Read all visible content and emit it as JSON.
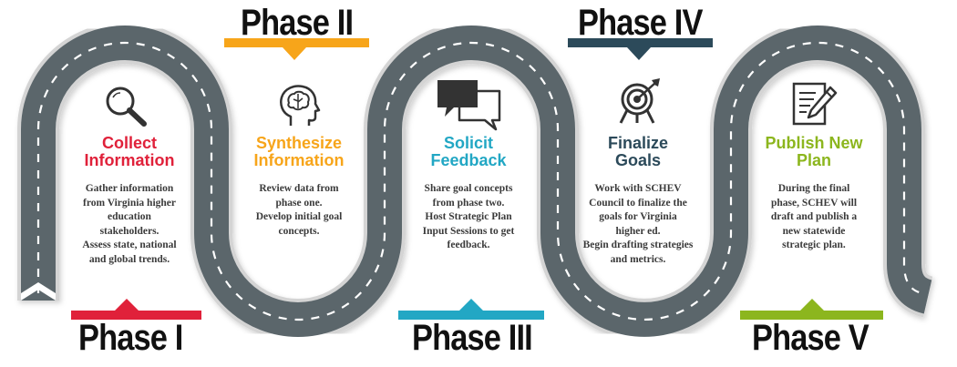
{
  "colors": {
    "road": "#5b666b",
    "road_edge": "#d4d4d4",
    "lane_marks": "#ffffff",
    "phase1": "#e0213a",
    "phase2": "#f7a51a",
    "phase3": "#22a7c4",
    "phase4": "#2c4a5a",
    "phase5": "#8cb61e",
    "icon": "#333333"
  },
  "phases": [
    {
      "label": "Phase I",
      "title_line1": "Collect",
      "title_line2": "Information",
      "text": [
        "Gather information",
        "from Virginia  higher",
        "education",
        "stakeholders.",
        "Assess state, national",
        "and global trends."
      ],
      "icon": "magnifier-icon"
    },
    {
      "label": "Phase II",
      "title_line1": "Synthesize",
      "title_line2": "Information",
      "text": [
        "Review data from",
        "phase one.",
        "Develop initial goal",
        "concepts."
      ],
      "icon": "brain-head-icon"
    },
    {
      "label": "Phase III",
      "title_line1": "Solicit",
      "title_line2": "Feedback",
      "text": [
        "Share goal concepts",
        "from phase two.",
        "Host Strategic Plan",
        "Input Sessions to get",
        "feedback."
      ],
      "icon": "chat-bubbles-icon"
    },
    {
      "label": "Phase IV",
      "title_line1": "Finalize",
      "title_line2": "Goals",
      "text": [
        "Work with SCHEV",
        "Council to finalize the",
        "goals for Virginia",
        "higher ed.",
        "Begin drafting strategies",
        "and metrics."
      ],
      "icon": "target-icon"
    },
    {
      "label": "Phase V",
      "title_line1": "Publish New",
      "title_line2": "Plan",
      "text": [
        "During the final",
        "phase, SCHEV will",
        "draft and publish a",
        "new statewide",
        "strategic plan."
      ],
      "icon": "document-pen-icon"
    }
  ]
}
